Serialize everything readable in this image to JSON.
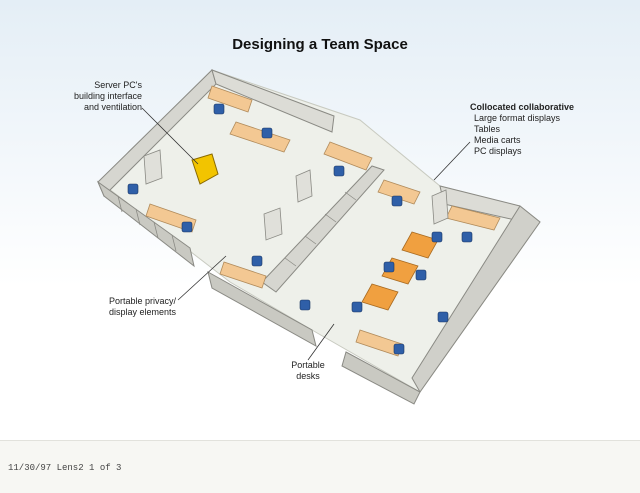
{
  "diagram": {
    "title": "Designing a Team Space",
    "callouts": {
      "server_pc": {
        "lines": [
          "Server PC's",
          "building interface",
          "and ventilation"
        ]
      },
      "colocated": {
        "header": "Collocated collaborative",
        "items": [
          "Large format displays",
          "Tables",
          "Media carts",
          "PC displays"
        ]
      },
      "portable_privacy": {
        "lines": [
          "Portable privacy/",
          "display elements"
        ]
      },
      "portable_desks": {
        "lines": [
          "Portable",
          "desks"
        ]
      }
    }
  },
  "footer": {
    "text": "11/30/97 Lens2 1 of 3"
  },
  "colors": {
    "panel": "#d6d6d0",
    "panel_edge": "#8a8a84",
    "desk": "#f3c893",
    "table": "#f0a040",
    "chair": "#2f5fa8",
    "highlight": "#f2c400",
    "floor": "#eef0ea"
  }
}
